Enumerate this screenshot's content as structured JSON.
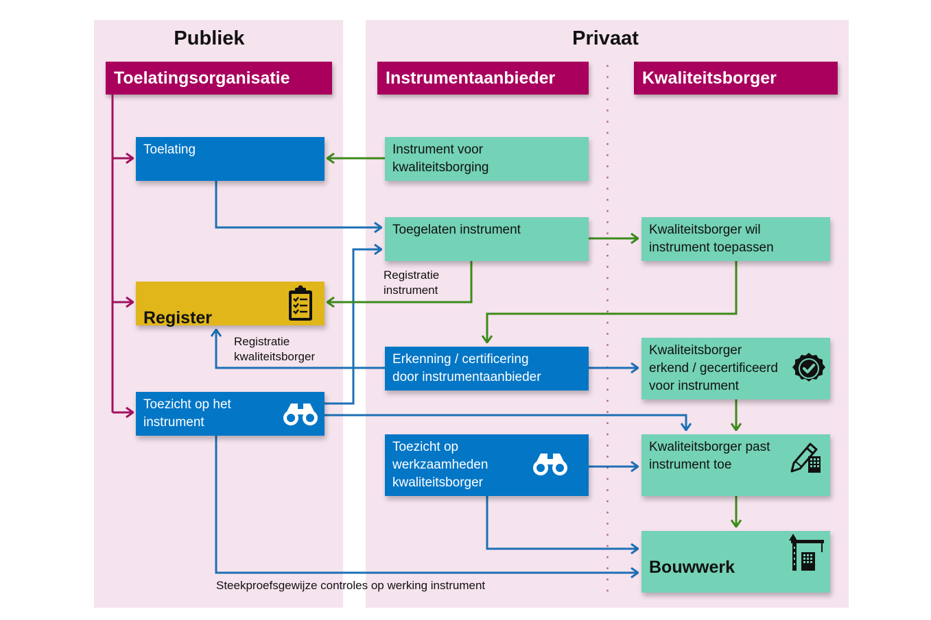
{
  "columns": {
    "public": {
      "title": "Publiek"
    },
    "private": {
      "title": "Privaat"
    }
  },
  "headers": {
    "toelatingsorganisatie": "Toelatingsorganisatie",
    "instrumentaanbieder": "Instrumentaanbieder",
    "kwaliteitsborger": "Kwaliteitsborger"
  },
  "boxes": {
    "toelating": "Toelating",
    "register": "Register",
    "toezicht_instrument": "Toezicht op het\ninstrument",
    "instrument_voor": "Instrument voor\nkwaliteitsborging",
    "toegelaten_instrument": "Toegelaten instrument",
    "erkenning": "Erkenning / certificering\ndoor instrumentaanbieder",
    "toezicht_werkzaamheden": "Toezicht op\nwerkzaamheden\nkwaliteitsborger",
    "kb_wil": "Kwaliteitsborger wil\ninstrument toepassen",
    "kb_erkend": "Kwaliteitsborger\nerkend / gecertificeerd\nvoor instrument",
    "kb_past": "Kwaliteitsborger past\ninstrument toe",
    "bouwwerk": "Bouwwerk"
  },
  "labels": {
    "registratie_instrument": "Registratie\ninstrument",
    "registratie_kwaliteitsborger": "Registratie\nkwaliteitsborger",
    "steekproef": "Steekproefsgewijze controles op werking instrument"
  },
  "icons": {
    "register": "clipboard-checklist-icon",
    "toezicht_instrument": "binoculars-icon",
    "toezicht_werkzaamheden": "binoculars-icon",
    "kb_erkend": "certified-badge-icon",
    "kb_past": "pencil-building-icon",
    "bouwwerk": "crane-building-icon"
  },
  "colors": {
    "panel": "#f5e3ee",
    "header": "#a8005c",
    "blue": "#0476c6",
    "green_box": "#74d2b6",
    "yellow": "#e1b61a",
    "arrow_magenta": "#a1105f",
    "arrow_blue": "#1d6fb4",
    "arrow_green": "#3c8a1a"
  }
}
